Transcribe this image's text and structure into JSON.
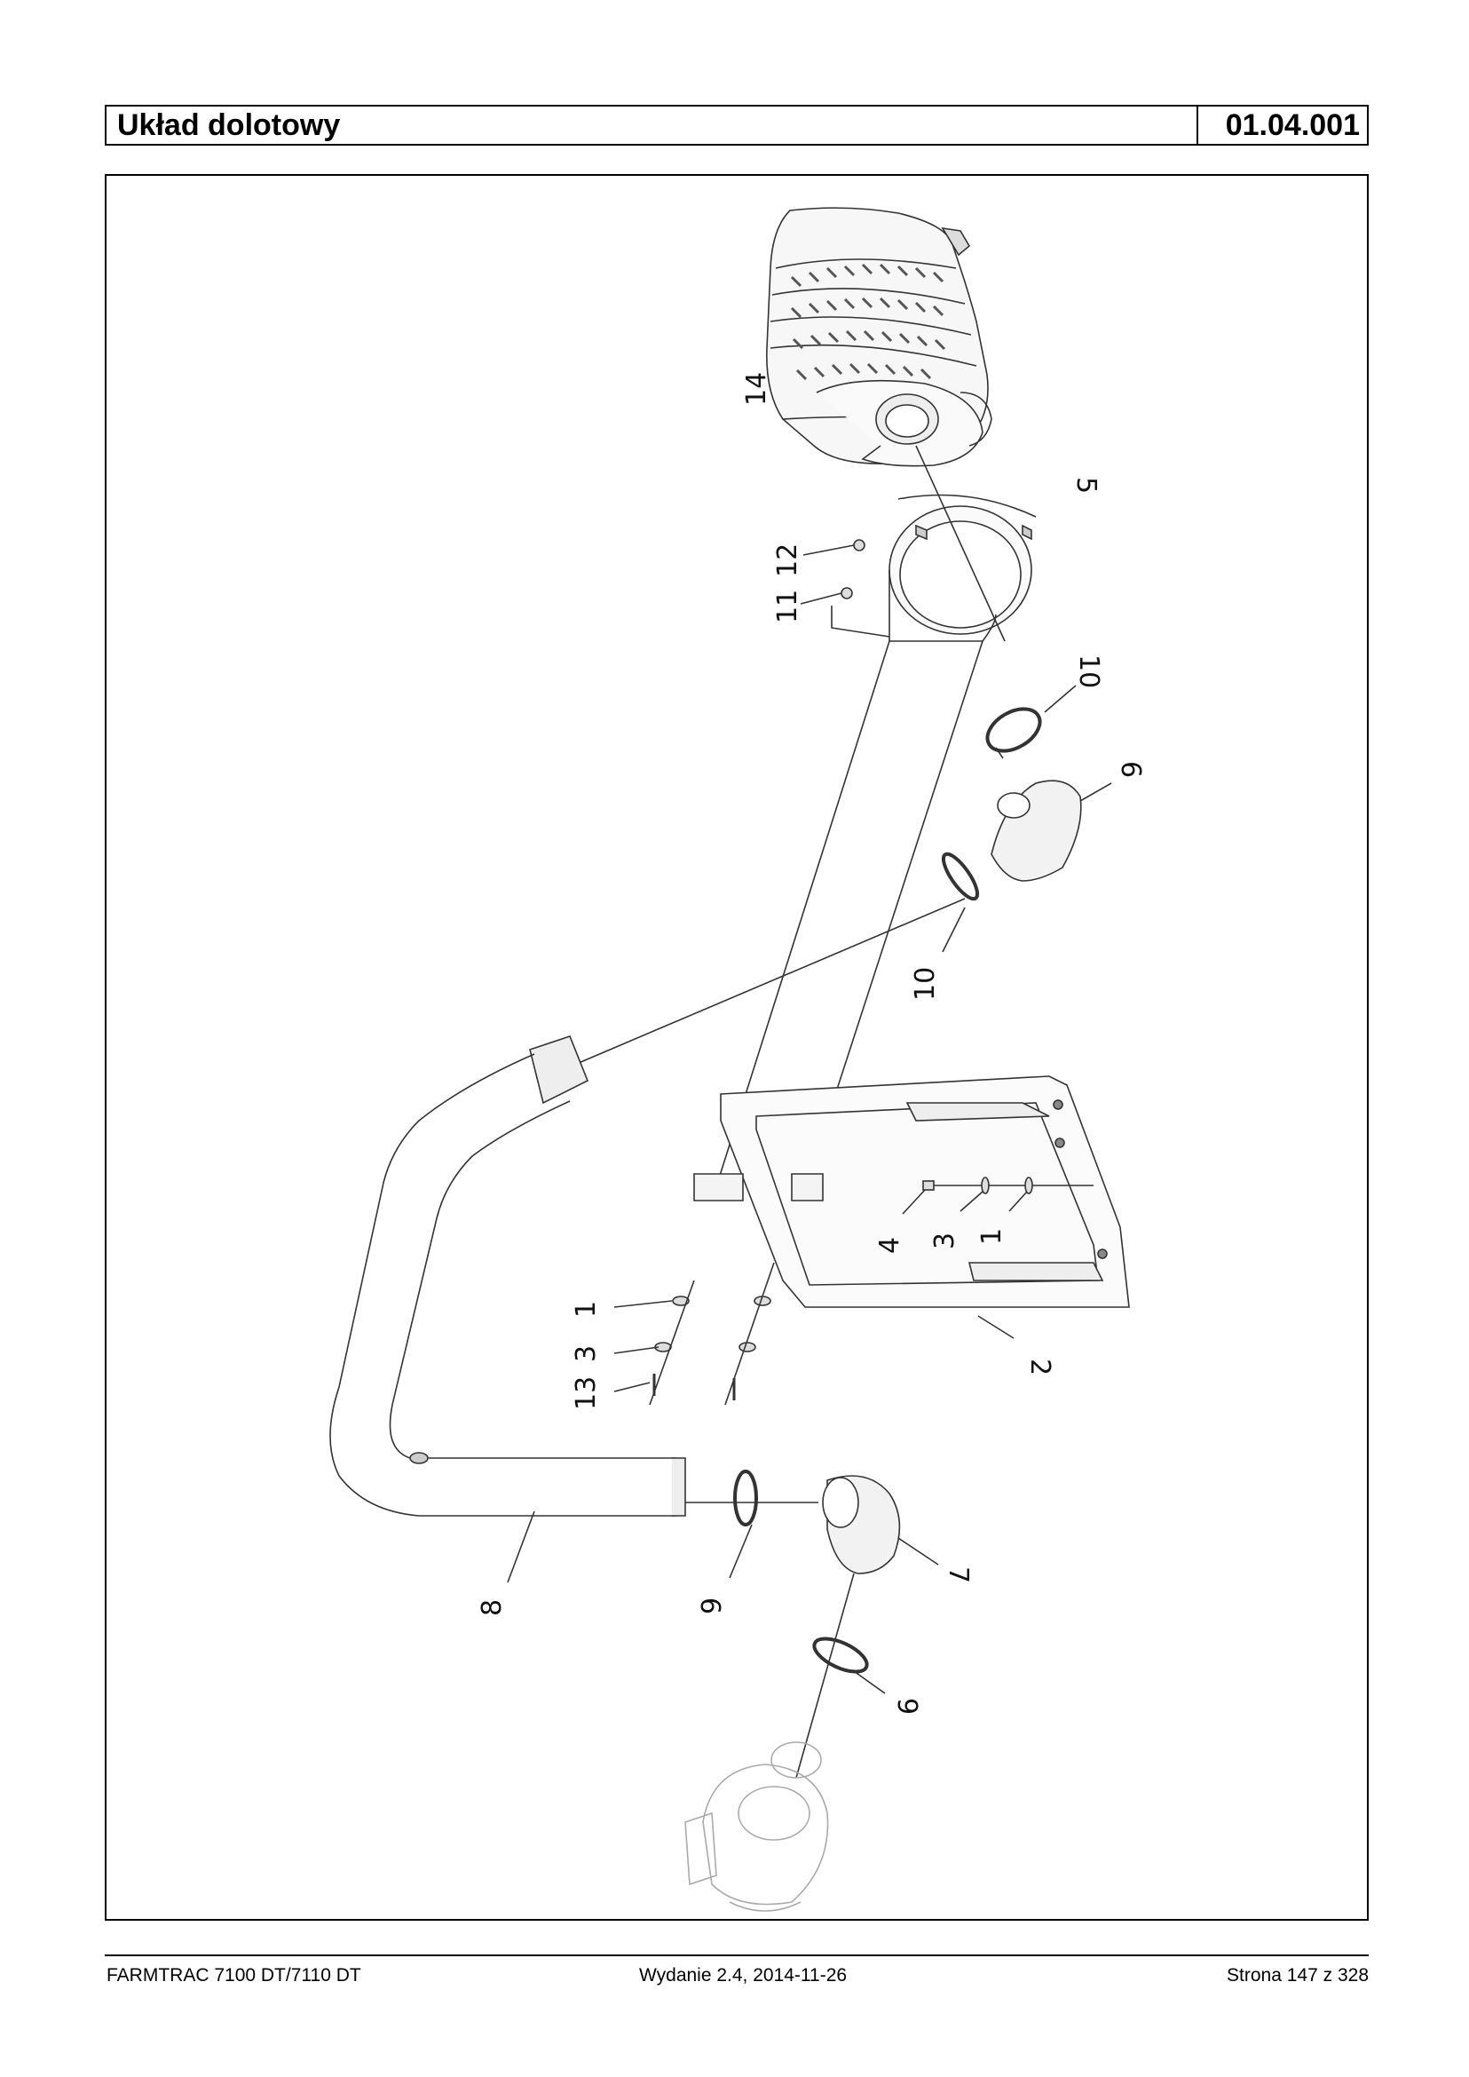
{
  "header": {
    "title": "Układ dolotowy",
    "code": "01.04.001"
  },
  "callouts": {
    "c14": "14",
    "c5": "5",
    "c11": "11",
    "c12": "12",
    "c10a": "10",
    "c6": "6",
    "c10b": "10",
    "c4": "4",
    "c3a": "3",
    "c1a": "1",
    "c1b": "1",
    "c3b": "3",
    "c13": "13",
    "c2": "2",
    "c8": "8",
    "c9a": "9",
    "c7": "7",
    "c9b": "9"
  },
  "footer": {
    "model": "FARMTRAC 7100 DT/7110 DT",
    "edition": "Wydanie 2.4,  2014-11-26",
    "page": "Strona 147 z 328"
  }
}
